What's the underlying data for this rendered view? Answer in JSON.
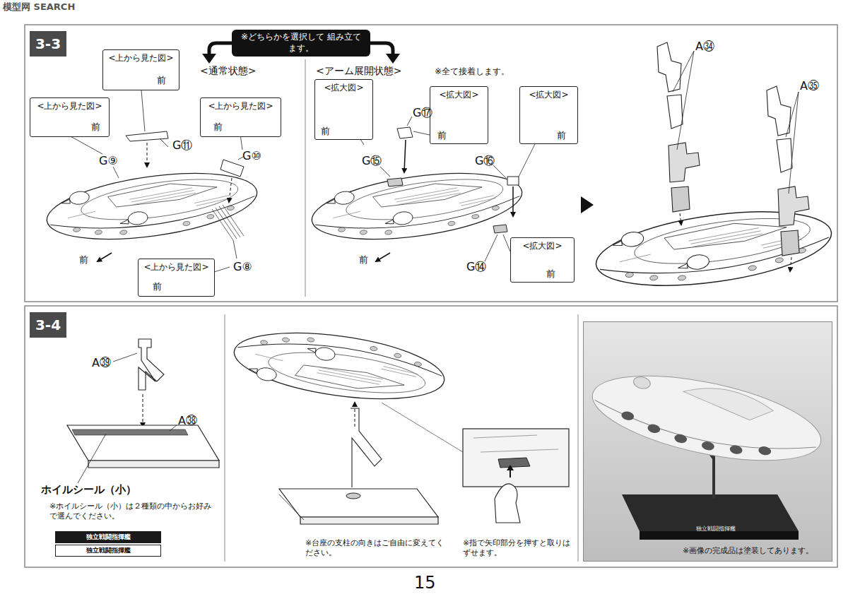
{
  "diagram": {
    "nodes": [
      {
        "text": [
          "3-3"
        ]
      },
      {
        "text": [
          "※どちらかを選択して 組み立てます。"
        ]
      },
      {
        "text": [
          "<上から見た図>",
          "前"
        ]
      },
      {
        "text": [
          "<上から見た図>",
          "前"
        ]
      },
      {
        "text": [
          "<上から見た図>",
          "前"
        ]
      },
      {
        "text": [
          "<上から見た図>",
          "前"
        ]
      },
      {
        "text": [
          "<拡大図>",
          "前"
        ]
      },
      {
        "text": [
          "<拡大図>",
          "前"
        ]
      },
      {
        "text": [
          "<拡大図>",
          "前"
        ]
      },
      {
        "text": [
          "<拡大図>",
          "前"
        ]
      },
      {
        "text": [
          "3-4"
        ]
      },
      {
        "text": [
          "独立戦闘指揮艦"
        ]
      },
      {
        "text": [
          "独立戦闘指揮艦"
        ]
      },
      {
        "text": [
          "※画像の完成品は塗装してあります。"
        ]
      }
    ],
    "labels": [
      "<通常状態>",
      "<アーム展開状態>",
      "※全て接着します。",
      "G⑪",
      "G⑨",
      "G⑩",
      "G⑧",
      "前",
      "G⑰",
      "G⑮",
      "G⑯",
      "G⑭",
      "前",
      "A㉞",
      "A㉟",
      "A㊴",
      "A㊳",
      "ホイルシール（小）",
      "※ホイルシール（小）は２種類の中からお好みで選んでください。",
      "※台座の支柱の向きはご自由に変えてください。",
      "※指で矢印部分を押すと取りはずせます。",
      "15",
      "模型网 SEARCH",
      "独立戦闘指揮艦"
    ]
  }
}
